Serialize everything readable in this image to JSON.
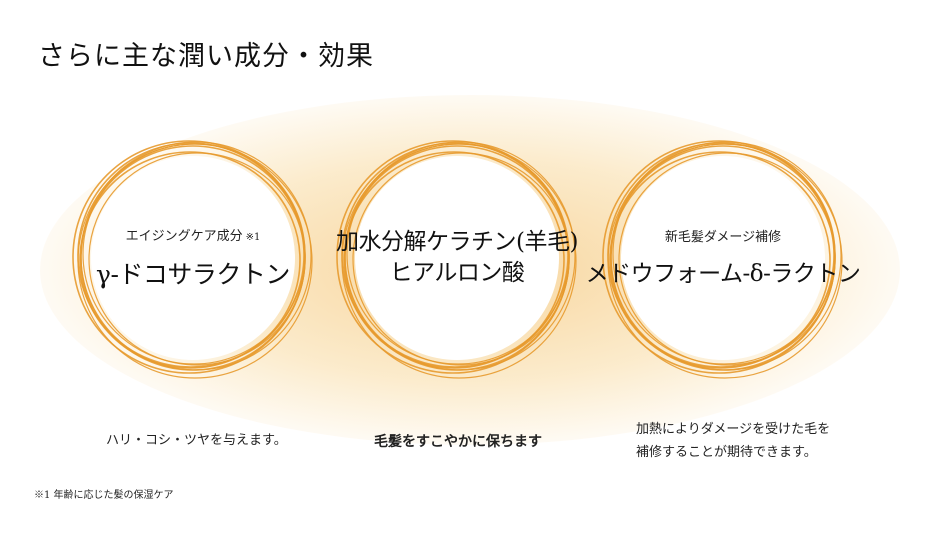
{
  "title": "さらに主な潤い成分・効果",
  "colors": {
    "accent": "#E79A2E",
    "glow": "#F6CE8C"
  },
  "circles": [
    {
      "subtitle": "エイジングケア成分",
      "subtitle_note": "※1",
      "lines": [
        "γ-ドコサラクトン"
      ],
      "caption": "ハリ・コシ・ツヤを与えます。"
    },
    {
      "subtitle": "",
      "subtitle_note": "",
      "lines": [
        "加水分解ケラチン(羊毛)",
        "ヒアルロン酸"
      ],
      "caption": "毛髪をすこやかに保ちます"
    },
    {
      "subtitle": "新毛髪ダメージ補修",
      "subtitle_note": "",
      "lines": [
        "メドウフォーム-δ-ラクトン"
      ],
      "caption_lines": [
        "加熱によりダメージを受けた毛を",
        "補修することが期待できます。"
      ]
    }
  ],
  "footnote": "※1 年齢に応じた髪の保湿ケア"
}
